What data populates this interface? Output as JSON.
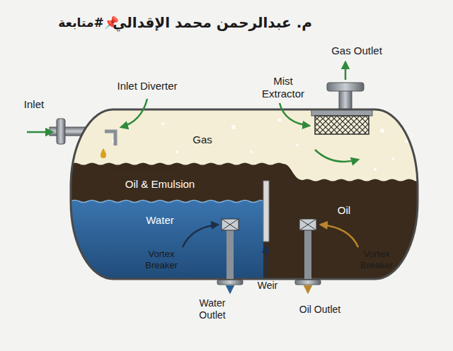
{
  "diagram": {
    "labels": [
      "م. عبدالرحمن محمد الإقدالي",
      "📌#متابعة",
      "Gas Outlet",
      "Mist Extractor",
      "Inlet Diverter",
      "Inlet",
      "Gas",
      "Oil & Emulsion",
      "Water",
      "Oil",
      "Vortex Breaker",
      "Weir",
      "Vortex Breaker",
      "Water Outlet",
      "Oil Outlet"
    ]
  }
}
